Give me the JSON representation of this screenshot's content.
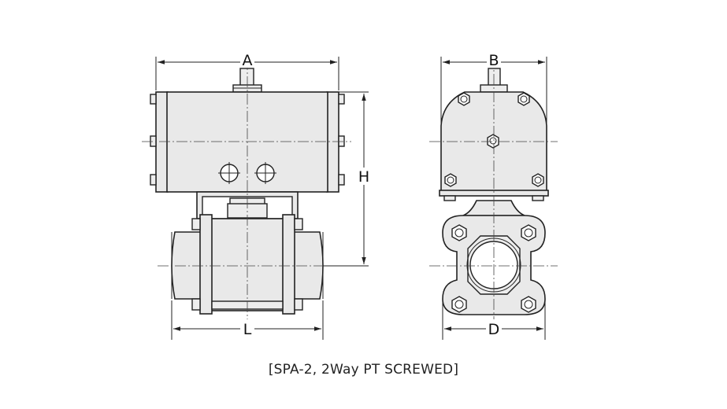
{
  "dimensions": {
    "a": "A",
    "b": "B",
    "h": "H",
    "l": "L",
    "d": "D"
  },
  "caption": "[SPA-2, 2Way PT SCREWED]",
  "colors": {
    "body_fill": "#e9e9e9",
    "line": "#222222"
  }
}
